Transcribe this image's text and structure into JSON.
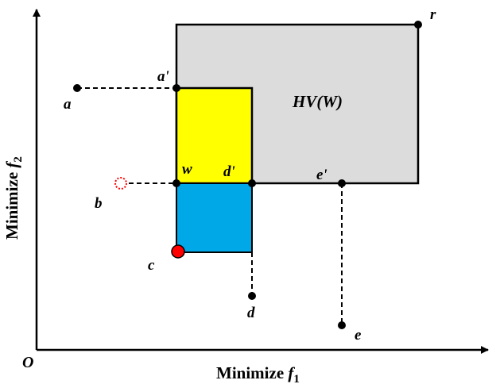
{
  "axes": {
    "x_label_prefix": "Minimize ",
    "x_label_var": "f",
    "x_label_sub": "1",
    "y_label_prefix": "Minimize ",
    "y_label_var": "f",
    "y_label_sub": "2",
    "origin": "O"
  },
  "regions": {
    "hypervolume_label": "HV(W)"
  },
  "points": {
    "r": "r",
    "a": "a",
    "a_prime": "a'",
    "b": "b",
    "w": "w",
    "d_prime": "d'",
    "e_prime": "e'",
    "c": "c",
    "d": "d",
    "e": "e"
  },
  "colors": {
    "hv_region": "#dcdcdc",
    "yellow_region": "#ffff00",
    "blue_region": "#00a8e8",
    "point_c": "#ff0000",
    "point_b_dotted": "#ff0000"
  }
}
